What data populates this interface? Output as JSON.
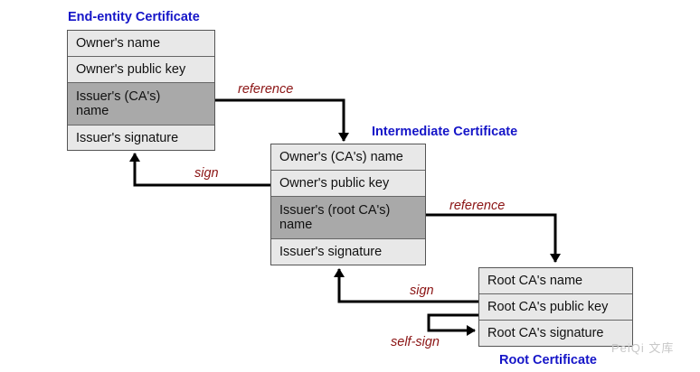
{
  "end_entity": {
    "title": "End-entity Certificate",
    "fields": [
      "Owner's name",
      "Owner's public key",
      "Issuer's (CA's) name",
      "Issuer's signature"
    ]
  },
  "intermediate": {
    "title": "Intermediate Certificate",
    "fields": [
      "Owner's (CA's) name",
      "Owner's public key",
      "Issuer's (root CA's) name",
      "Issuer's signature"
    ]
  },
  "root": {
    "title": "Root Certificate",
    "fields": [
      "Root CA's name",
      "Root CA's public key",
      "Root CA's signature"
    ]
  },
  "labels": {
    "reference_1": "reference",
    "sign_1": "sign",
    "reference_2": "reference",
    "sign_2": "sign",
    "self_sign": "self-sign"
  },
  "watermark": "PeiQi 文库"
}
